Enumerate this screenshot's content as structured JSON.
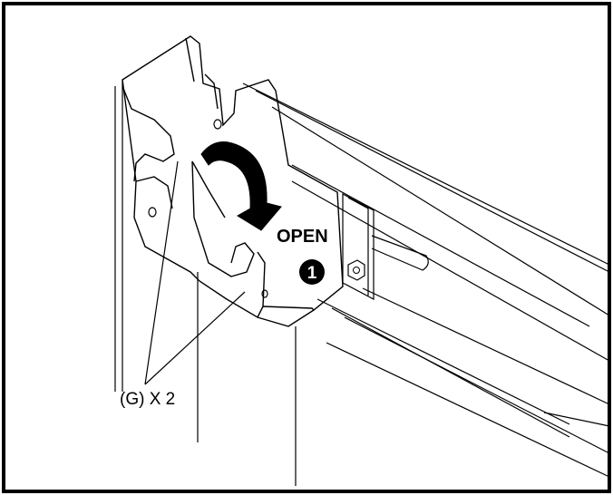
{
  "labels": {
    "action": "OPEN",
    "step_number": "1",
    "part_callout": "(G) X 2"
  },
  "colors": {
    "line": "#000000",
    "background": "#ffffff",
    "step_badge": "#000000",
    "step_text": "#ffffff"
  },
  "icons": [
    "curved-arrow-icon",
    "step-number-badge"
  ]
}
